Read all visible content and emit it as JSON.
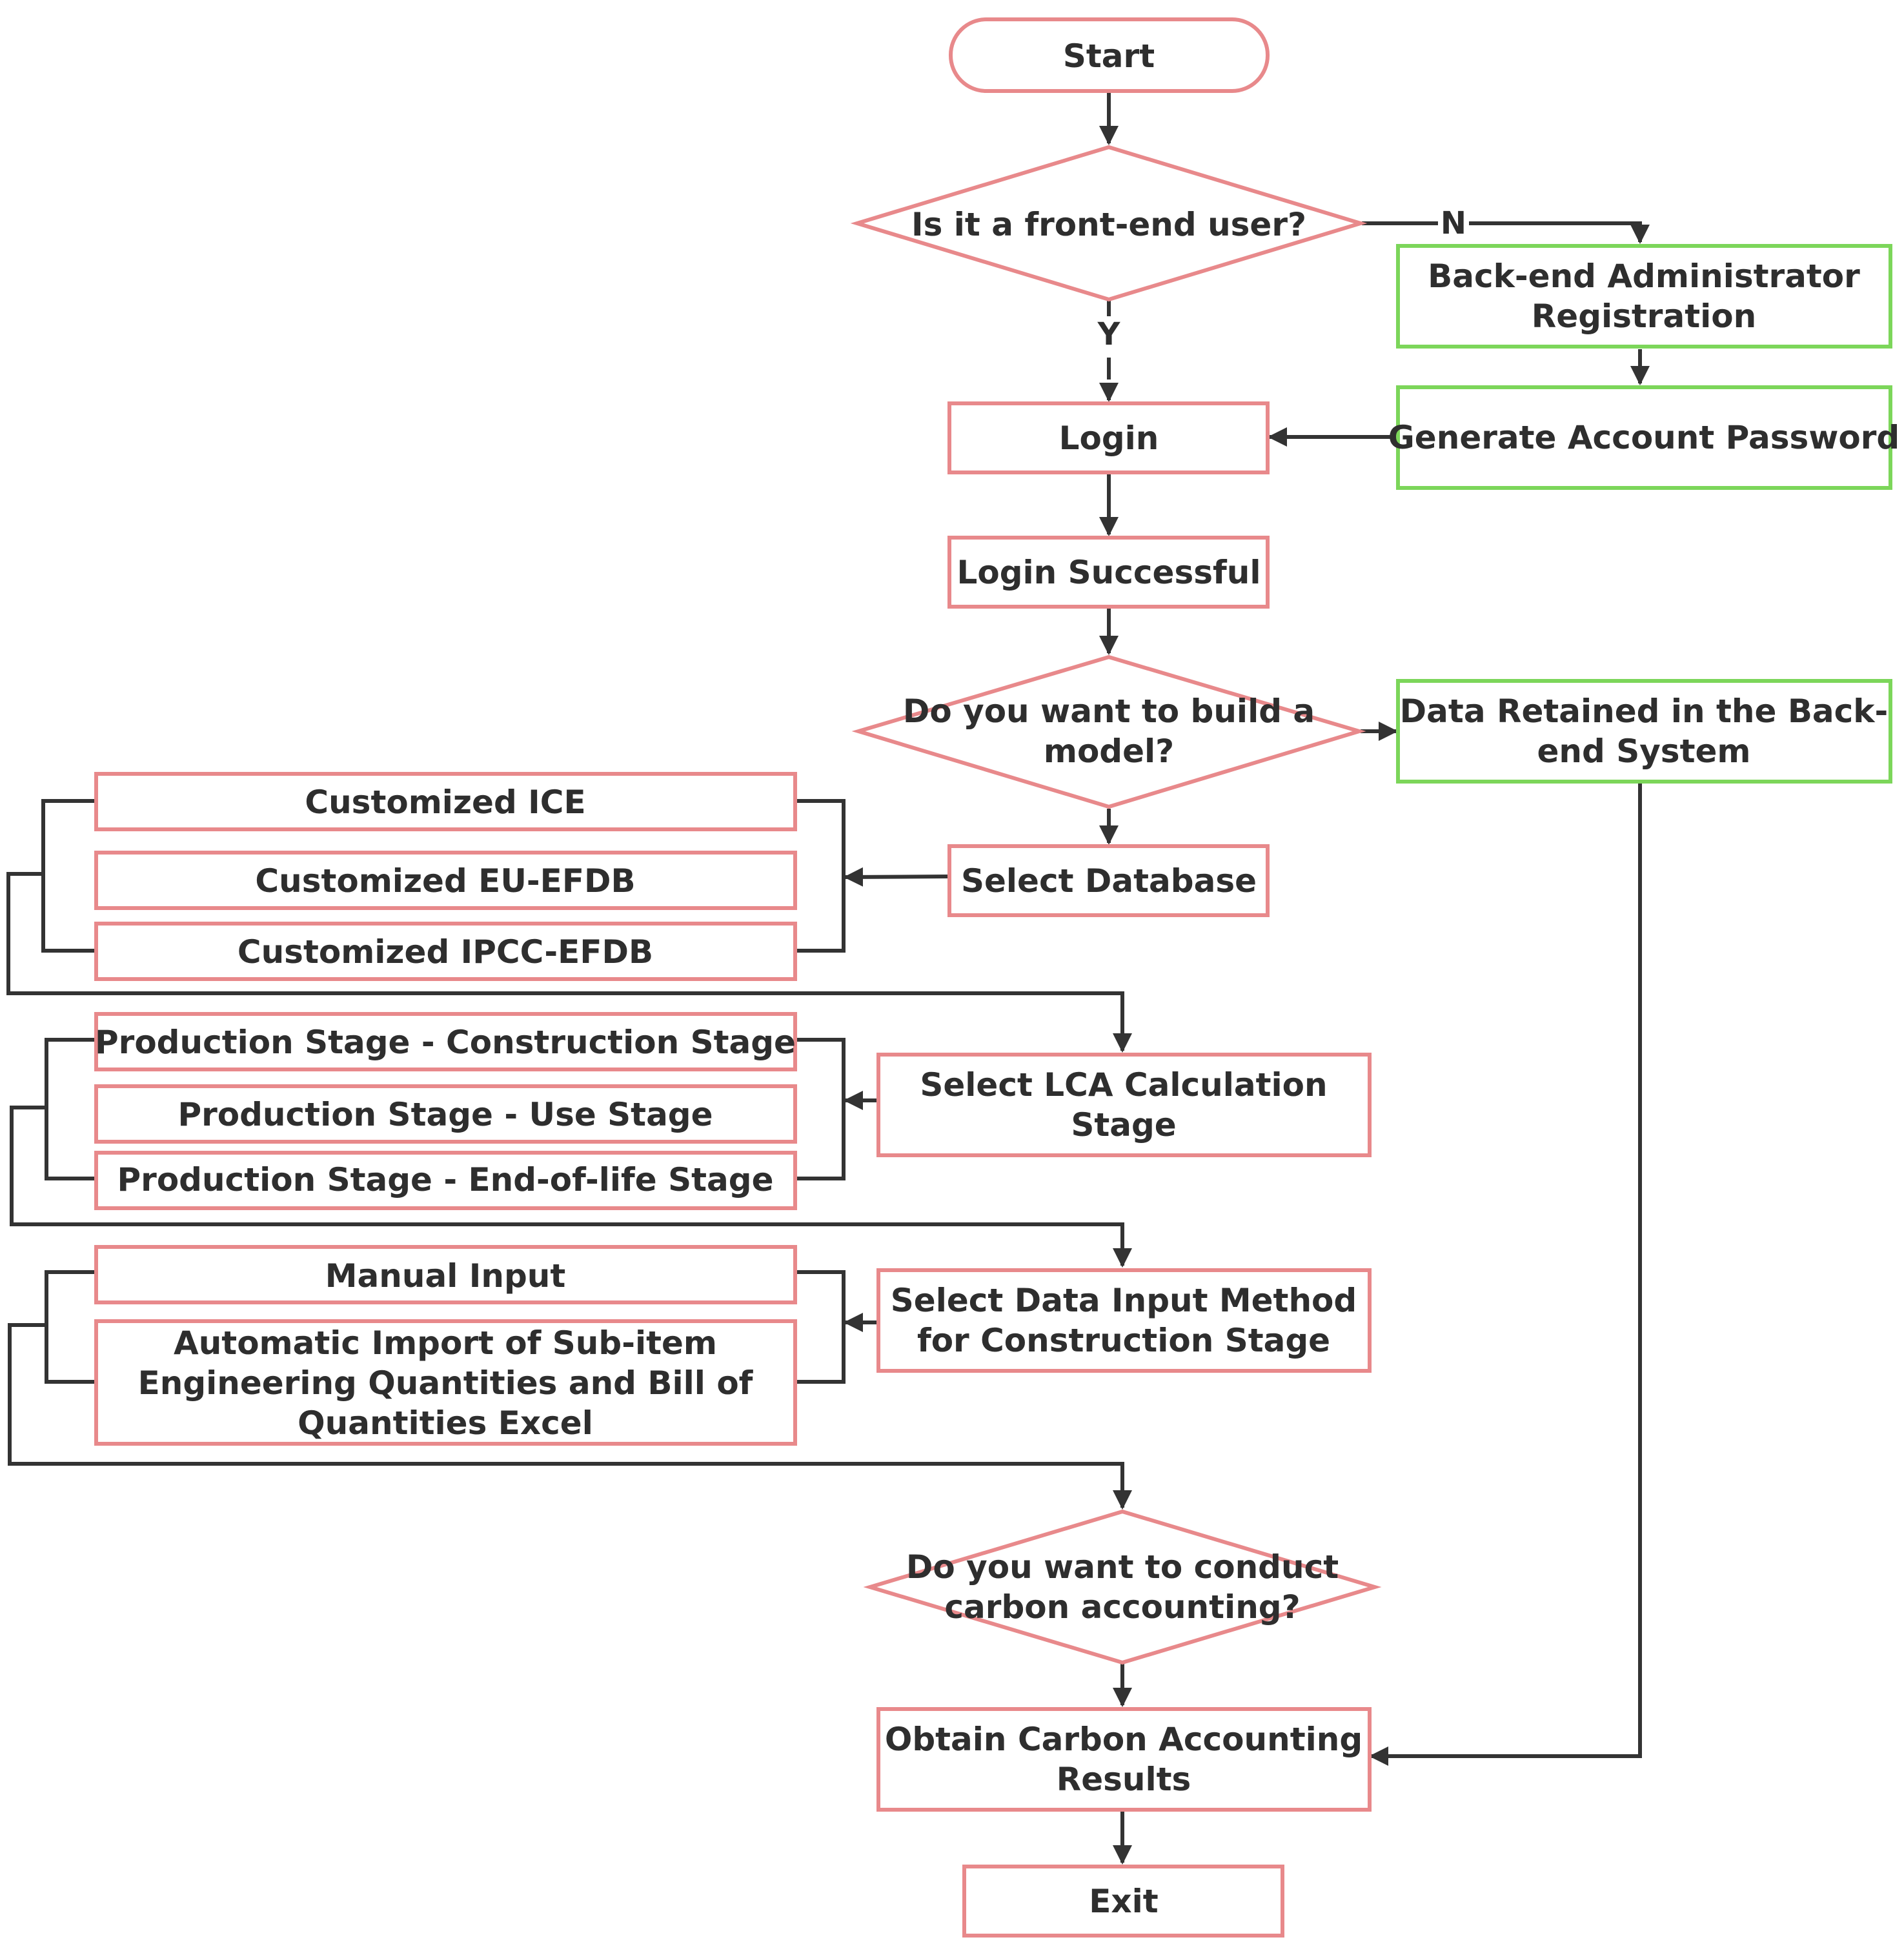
{
  "nodes": {
    "start": "Start",
    "front_end_question": "Is it a front-end user?",
    "backend_registration": [
      "Back-end Administrator",
      "Registration"
    ],
    "login": "Login",
    "generate_password": "Generate Account Password",
    "login_successful": "Login Successful",
    "build_model_question": [
      "Do you want to build a",
      "model?"
    ],
    "data_retained": [
      "Data Retained in the Back-",
      "end System"
    ],
    "select_database": "Select Database",
    "customized_ice": "Customized ICE",
    "customized_eu_efdb": "Customized EU-EFDB",
    "customized_ipcc_efdb": "Customized IPCC-EFDB",
    "production_construction": "Production Stage - Construction Stage",
    "production_use": "Production Stage - Use Stage",
    "production_end_of_life": "Production Stage - End-of-life Stage",
    "select_lca_stage": [
      "Select LCA Calculation",
      "Stage"
    ],
    "manual_input": "Manual Input",
    "automatic_import": [
      "Automatic Import of Sub-item",
      "Engineering Quantities and Bill of",
      "Quantities Excel"
    ],
    "select_input_method": [
      "Select Data Input Method",
      "for Construction Stage"
    ],
    "carbon_accounting_question": [
      "Do you want to conduct",
      "carbon accounting?"
    ],
    "obtain_results": [
      "Obtain Carbon Accounting",
      "Results"
    ],
    "exit": "Exit"
  },
  "edge_labels": {
    "no": "N",
    "yes": "Y"
  },
  "colors": {
    "process_border": "#e8898b",
    "backend_border": "#7cd65a",
    "connector": "#333333"
  }
}
